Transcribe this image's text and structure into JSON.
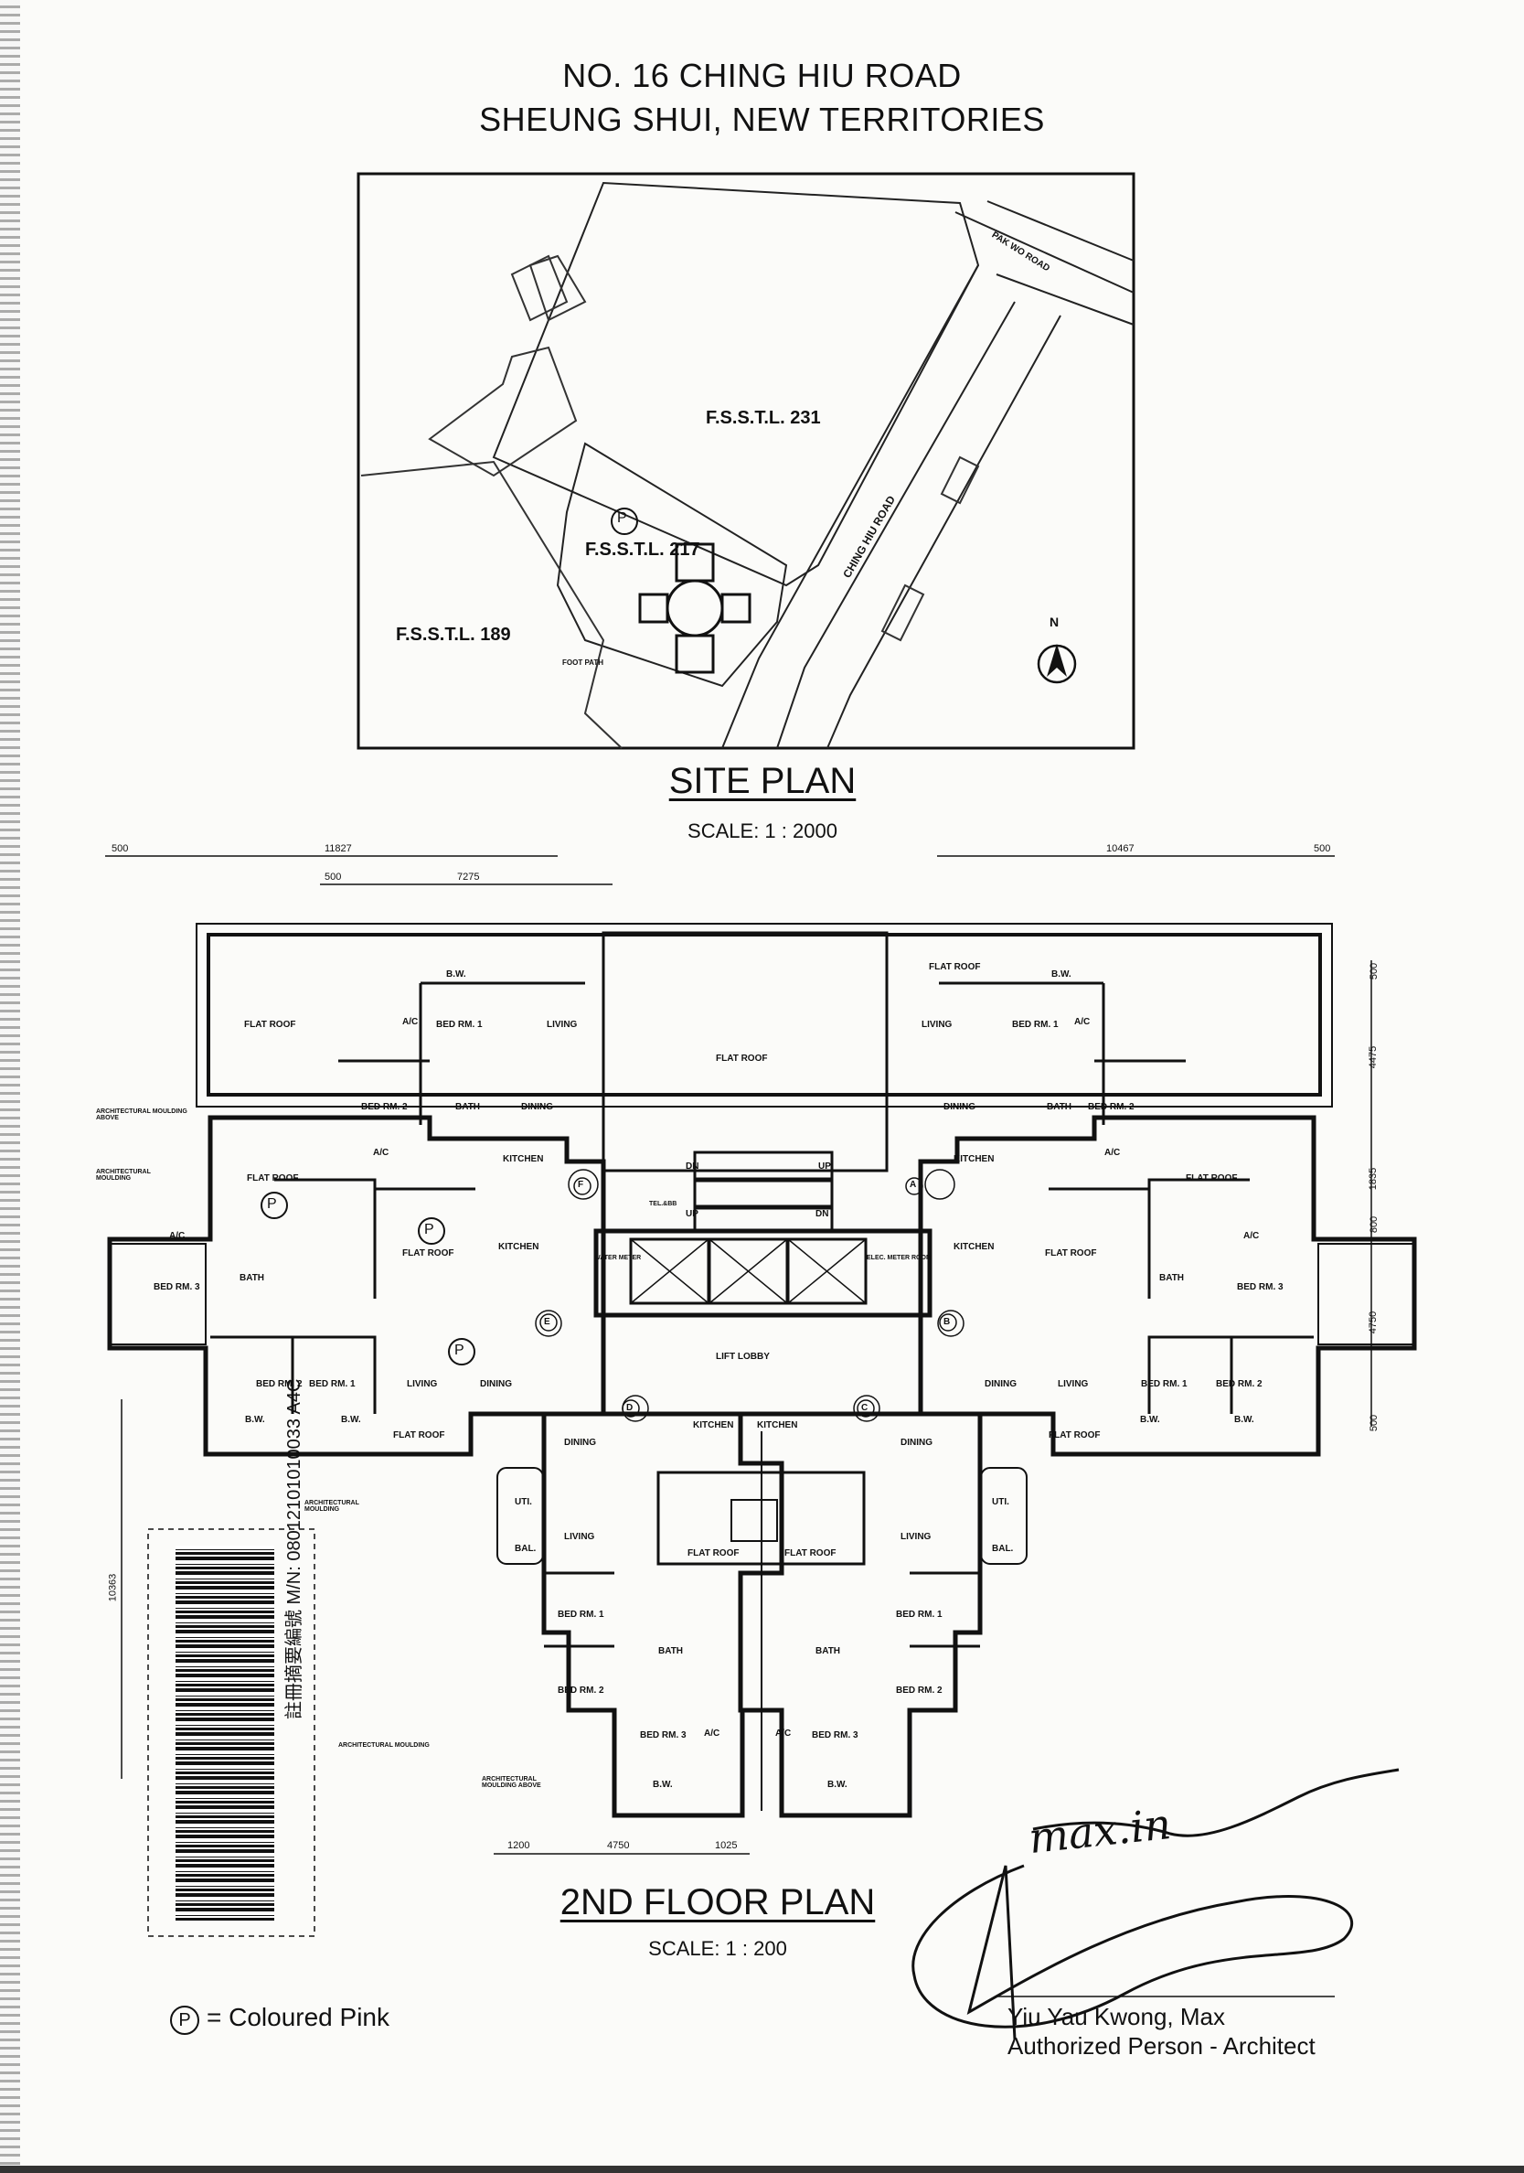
{
  "header": {
    "line1": "NO. 16 CHING HIU ROAD",
    "line2": "SHEUNG SHUI, NEW TERRITORIES"
  },
  "site_plan": {
    "title": "SITE PLAN",
    "scale": "SCALE: 1 : 2000",
    "lots": [
      "F.S.S.T.L. 231",
      "F.S.S.T.L. 217",
      "F.S.S.T.L. 189"
    ],
    "roads": [
      "PAK WO ROAD",
      "CHING HIU ROAD"
    ],
    "foot_path": "FOOT PATH",
    "north": "N",
    "pink_marker": "P"
  },
  "floor_plan": {
    "title": "2ND FLOOR PLAN",
    "scale": "SCALE: 1 : 200",
    "dims": {
      "d500a": "500",
      "d11827": "11827",
      "d500b": "500",
      "d7275": "7275",
      "d10467": "10467",
      "d500c": "500",
      "d4475": "4475",
      "d1835": "1835",
      "d800": "800",
      "d4750": "4750",
      "d500d": "500",
      "d500e": "500",
      "d10363": "10363",
      "d1200": "1200",
      "d4750b": "4750",
      "d1025": "1025"
    },
    "rooms": {
      "flat_roof": "FLAT ROOF",
      "living": "LIVING",
      "dining": "DINING",
      "kitchen": "KITCHEN",
      "bath": "BATH",
      "bed1": "BED RM. 1",
      "bed2": "BED RM. 2",
      "bed3": "BED RM. 3",
      "bw": "B.W.",
      "ac": "A/C",
      "uti": "UTI.",
      "bal": "BAL.",
      "lift_lobby": "LIFT LOBBY",
      "dn": "DN",
      "up": "UP",
      "water_meter": "WATER METER",
      "elec_meter": "ELEC. METER ROOM",
      "telecom": "TEL.&BB"
    },
    "annotations": {
      "arch_moulding_above": "ARCHITECTURAL MOULDING ABOVE",
      "arch_moulding": "ARCHITECTURAL MOULDING"
    },
    "flat_letters": [
      "A",
      "B",
      "C",
      "D",
      "E",
      "F"
    ]
  },
  "legend": {
    "symbol": "P",
    "text": "= Coloured Pink"
  },
  "barcode": {
    "text": "註冊摘要編號 M/N: 08012101010033 A4C"
  },
  "signature": {
    "script": "max.in",
    "name": "Yiu Yau Kwong, Max",
    "role": "Authorized Person - Architect"
  }
}
